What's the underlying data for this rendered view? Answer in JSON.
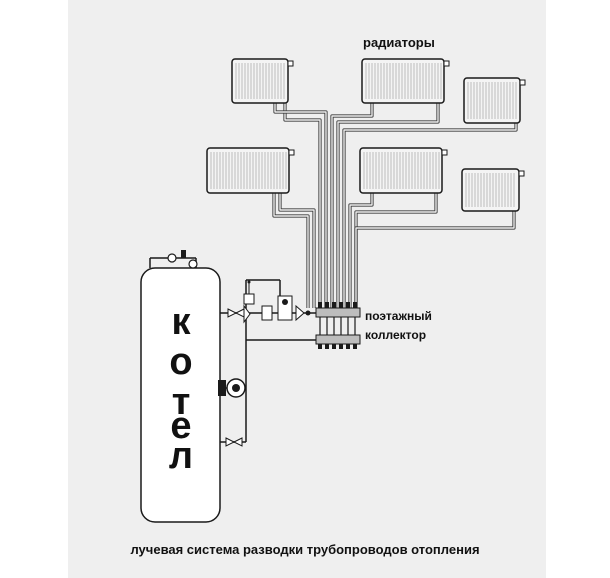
{
  "labels": {
    "radiators": "радиаторы",
    "collector_line1": "поэтажный",
    "collector_line2": "коллектор",
    "boiler_letters": [
      "к",
      "о",
      "т",
      "е",
      "л"
    ],
    "caption": "лучевая система разводки трубопроводов отопления"
  },
  "colors": {
    "page_background": "#ffffff",
    "panel_background": "#efefef",
    "outline": "#1a1a1a",
    "pipe": "#3a3a3a",
    "radiator_fill": "#f4f4f4",
    "radiator_fin": "#bdbdbd"
  },
  "icons": {
    "radiator": "radiator-icon",
    "valve": "valve-icon",
    "pump": "pump-icon",
    "manifold": "manifold-icon",
    "gauge": "pressure-gauge-icon"
  }
}
